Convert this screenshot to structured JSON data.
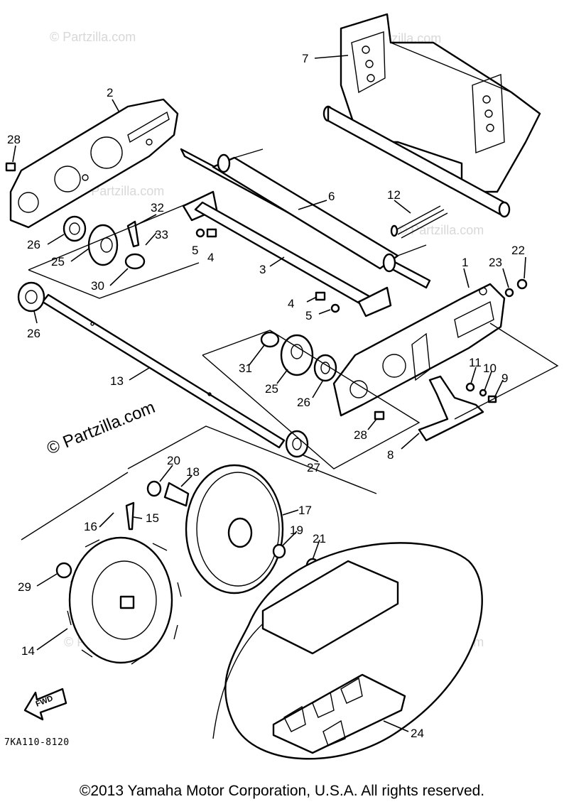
{
  "diagram": {
    "code": "7KA110-8120",
    "copyright": "©2013 Yamaha Motor Corporation, U.S.A. All rights reserved.",
    "direction_label": "FWD",
    "watermarks": {
      "main": "© Partzilla.com",
      "faint": "© Partzilla.com"
    },
    "callouts": {
      "c1": "1",
      "c2": "2",
      "c3": "3",
      "c4a": "4",
      "c4b": "4",
      "c5a": "5",
      "c5b": "5",
      "c6": "6",
      "c7": "7",
      "c8": "8",
      "c9": "9",
      "c10": "10",
      "c11": "11",
      "c12": "12",
      "c13": "13",
      "c14": "14",
      "c15": "15",
      "c16": "16",
      "c17": "17",
      "c18": "18",
      "c19": "19",
      "c20": "20",
      "c21": "21",
      "c22": "22",
      "c23": "23",
      "c24": "24",
      "c25a": "25",
      "c25b": "25",
      "c26a": "26",
      "c26b": "26",
      "c26c": "26",
      "c27": "27",
      "c28a": "28",
      "c28b": "28",
      "c29": "29",
      "c30": "30",
      "c31": "31",
      "c32": "32",
      "c33": "33"
    }
  }
}
